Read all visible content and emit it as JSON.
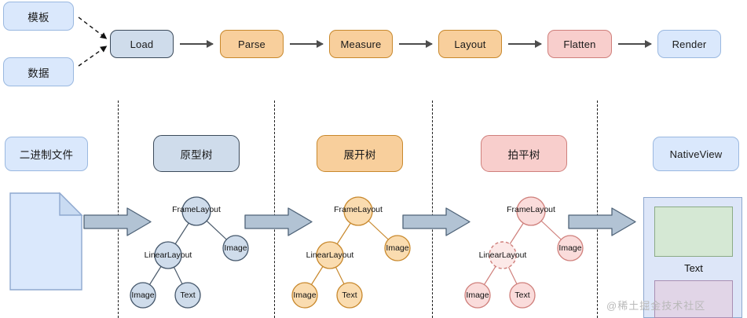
{
  "diagram": {
    "title": "UI rendering pipeline",
    "colors": {
      "blue_fill": "#dae8fc",
      "blue_stroke": "#9ab8e0",
      "bluegray_fill": "#cfdceb",
      "bluegray_stroke": "#3b4a5a",
      "orange_fill": "#f8cf9c",
      "orange_stroke": "#c8882c",
      "pink_fill": "#f8cecc",
      "pink_stroke": "#cf7f7b",
      "green_fill": "#d5e8d4",
      "purple_fill": "#e1d5e7",
      "arrow_gray": "#4d4d4d",
      "block_arrow_fill": "#b2c3d4"
    },
    "inputs": [
      {
        "id": "template",
        "label": "模板"
      },
      {
        "id": "data",
        "label": "数据"
      }
    ],
    "pipeline": [
      {
        "id": "load",
        "label": "Load",
        "color": "bluegray"
      },
      {
        "id": "parse",
        "label": "Parse",
        "color": "orange"
      },
      {
        "id": "measure",
        "label": "Measure",
        "color": "orange"
      },
      {
        "id": "layout",
        "label": "Layout",
        "color": "orange"
      },
      {
        "id": "flatten",
        "label": "Flatten",
        "color": "pink"
      },
      {
        "id": "render",
        "label": "Render",
        "color": "blue"
      }
    ],
    "stages": [
      {
        "id": "binary-file",
        "label": "二进制文件",
        "color": "blue"
      },
      {
        "id": "prototype-tree",
        "label": "原型树",
        "color": "bluegray"
      },
      {
        "id": "expanded-tree",
        "label": "展开树",
        "color": "orange"
      },
      {
        "id": "flattened-tree",
        "label": "拍平树",
        "color": "pink"
      },
      {
        "id": "native-view",
        "label": "NativeView",
        "color": "blue"
      }
    ],
    "trees": [
      {
        "id": "prototype",
        "color": "bluegray",
        "nodes": [
          {
            "id": "frame",
            "label": "FrameLayout",
            "dashed": false
          },
          {
            "id": "linear",
            "label": "LinearLayout",
            "dashed": false
          },
          {
            "id": "image-right",
            "label": "Image",
            "dashed": false
          },
          {
            "id": "image-left",
            "label": "Image",
            "dashed": false
          },
          {
            "id": "text",
            "label": "Text",
            "dashed": false
          }
        ]
      },
      {
        "id": "expanded",
        "color": "orange",
        "nodes": [
          {
            "id": "frame",
            "label": "FrameLayout",
            "dashed": false
          },
          {
            "id": "linear",
            "label": "LinearLayout",
            "dashed": false
          },
          {
            "id": "image-right",
            "label": "Image",
            "dashed": false
          },
          {
            "id": "image-left",
            "label": "Image",
            "dashed": false
          },
          {
            "id": "text",
            "label": "Text",
            "dashed": false
          }
        ]
      },
      {
        "id": "flattened",
        "color": "pink",
        "nodes": [
          {
            "id": "frame",
            "label": "FrameLayout",
            "dashed": false
          },
          {
            "id": "linear",
            "label": "LinearLayout",
            "dashed": true
          },
          {
            "id": "image-right",
            "label": "Image",
            "dashed": false
          },
          {
            "id": "image-left",
            "label": "Image",
            "dashed": false
          },
          {
            "id": "text",
            "label": "Text",
            "dashed": false
          }
        ]
      }
    ],
    "native_view": {
      "text_label": "Text"
    },
    "watermark": "@稀土掘金技术社区"
  }
}
